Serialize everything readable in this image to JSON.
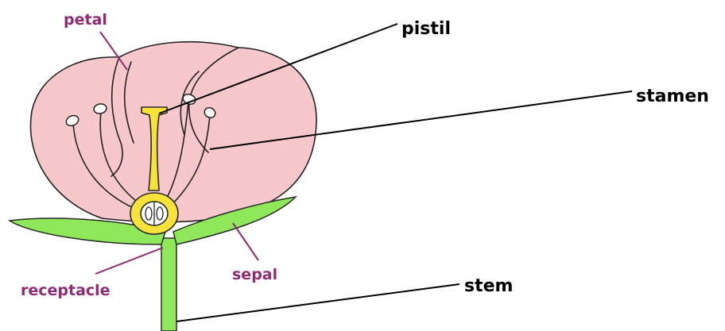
{
  "labels": {
    "petal": "petal",
    "pistil": "pistil",
    "stamen": "stamen",
    "sepal": "sepal",
    "receptacle": "receptacle",
    "stem": "stem"
  },
  "colors": {
    "petal": "#f6c8cc",
    "pistil": "#f7e23a",
    "sepal_stem": "#8fe85a",
    "label_purple": "#8e2b74",
    "label_black": "#000000"
  }
}
